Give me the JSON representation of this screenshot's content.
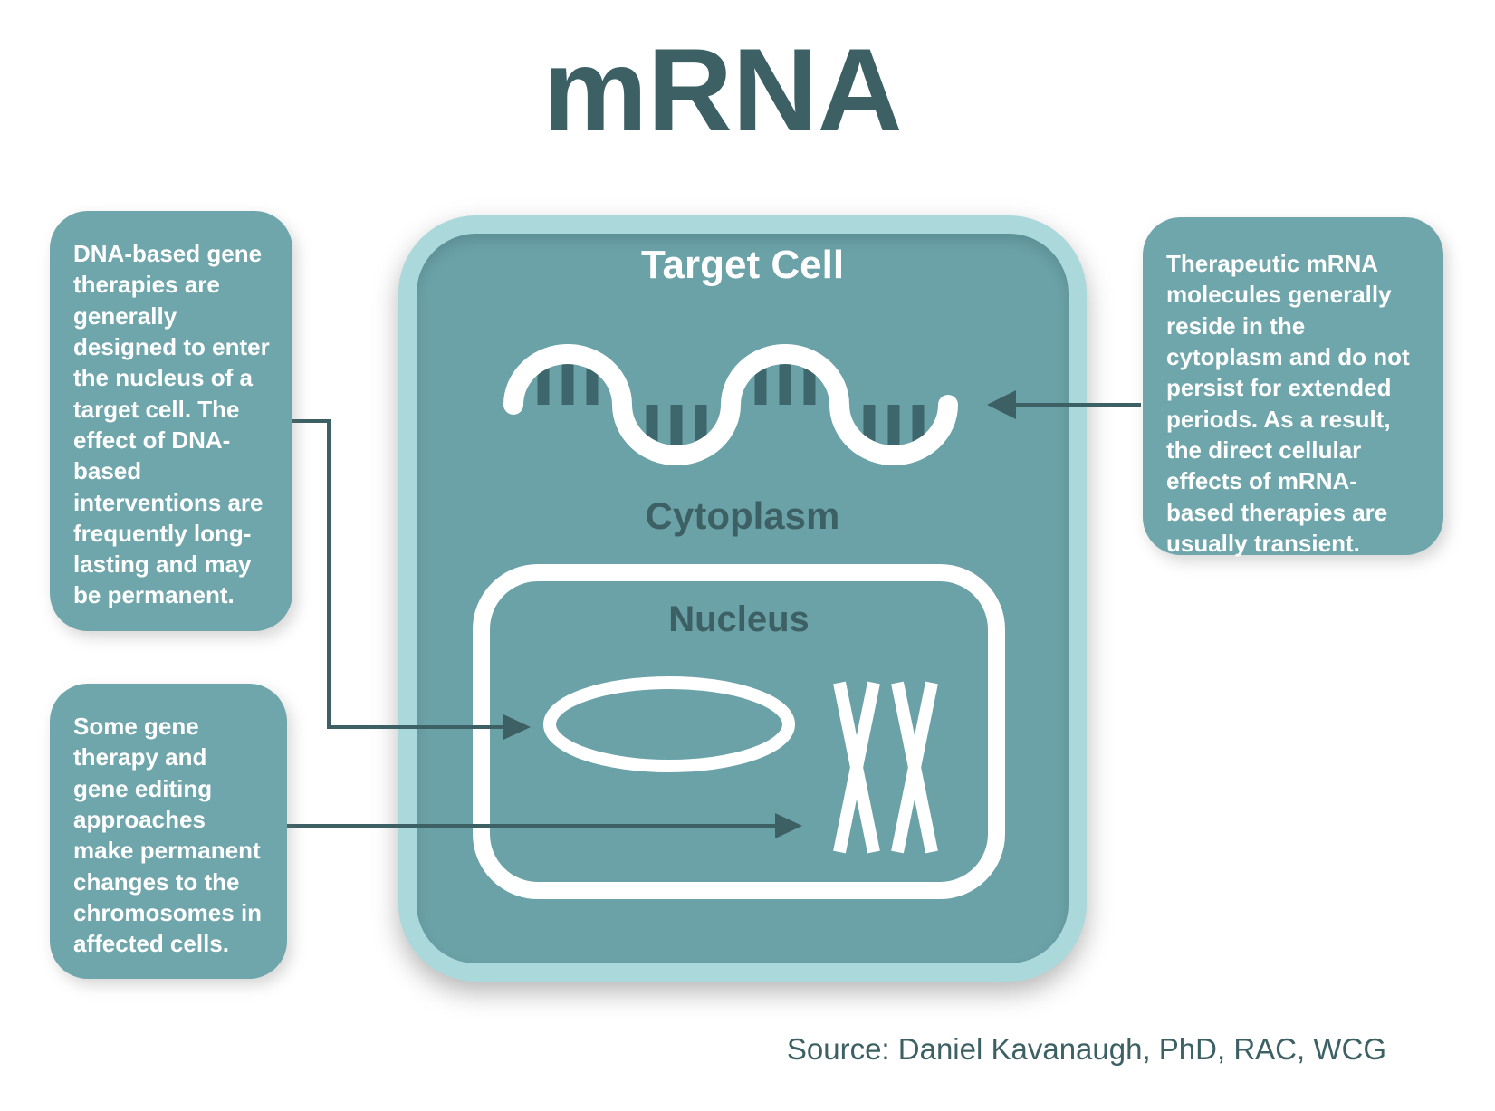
{
  "title": "mRNA",
  "cell": {
    "label": "Target Cell",
    "cytoplasm_label": "Cytoplasm",
    "nucleus_label": "Nucleus"
  },
  "callouts": {
    "dna_therapy": "DNA-based gene therapies are generally designed to enter the nucleus of a target cell. The effect of DNA-based interventions are frequently long-lasting and may be permanent.",
    "gene_editing": "Some gene therapy and gene editing approaches make permanent changes to the chromosomes in affected cells.",
    "mrna_transient": "Therapeutic mRNA molecules generally reside in the cytoplasm and do not persist for extended periods. As a result, the direct cellular effects of mRNA-based therapies are usually transient."
  },
  "icons": {
    "mrna_strand": "mrna-strand-icon",
    "dna_plasmid": "dna-ellipse-icon",
    "chromosomes": "chromosomes-xx-icon"
  },
  "source": "Source: Daniel Kavanaugh, PhD, RAC, WCG",
  "colors": {
    "dark_teal": "#3C6064",
    "box_teal": "#6FA6AB",
    "cell_fill": "#6BA2A8",
    "cell_border": "#ABD8DB",
    "base_bar": "#3E676D",
    "white": "#FFFFFF"
  }
}
